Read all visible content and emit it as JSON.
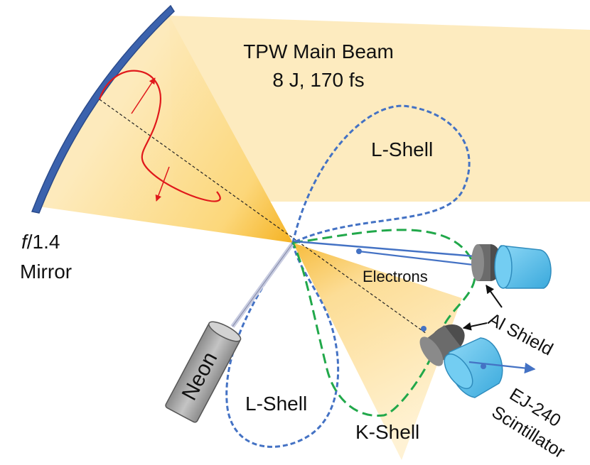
{
  "labels": {
    "beam_line1": "TPW Main Beam",
    "beam_line2": "8 J, 170 fs",
    "mirror_fnum_italic": "f",
    "mirror_fnum_rest": "/1.4",
    "mirror_word": "Mirror",
    "l_shell_top": "L-Shell",
    "l_shell_bottom": "L-Shell",
    "k_shell": "K-Shell",
    "electrons": "Electrons",
    "al_shield": "Al Shield",
    "neon": "Neon",
    "scint_line1": "EJ-240",
    "scint_line2": "Scintillator"
  },
  "colors": {
    "beam_fill": "#fde9b8",
    "focus": "#f5b324",
    "mirror": "#3b62ad",
    "wave": "#e0181b",
    "l_shell": "#4472c4",
    "k_shell": "#21a84a",
    "detector_body": "#57c3ef",
    "shield": "#6b6b6b",
    "gas_cell": "#a6a6a6"
  }
}
